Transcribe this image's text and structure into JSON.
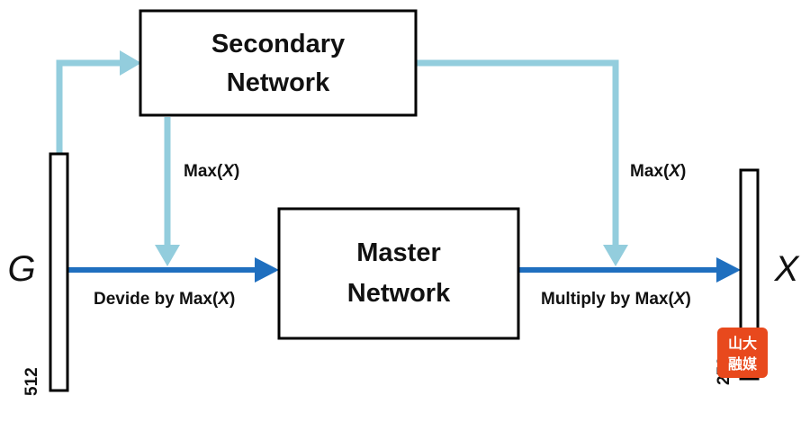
{
  "secondary_network": {
    "line1": "Secondary",
    "line2": "Network"
  },
  "master_network": {
    "line1": "Master",
    "line2": "Network"
  },
  "labels": {
    "max_left": "Max(",
    "max_right": "Max(",
    "divide": "Devide by Max(",
    "multiply": "Multiply by Max(",
    "x_var": "X",
    "close_paren": ")"
  },
  "input": {
    "symbol": "G",
    "size": "512"
  },
  "output": {
    "symbol": "X",
    "size": "256"
  },
  "watermark": {
    "top": "山大",
    "bottom": "融媒"
  },
  "colors": {
    "light_arrow": "#93cddd",
    "dark_arrow": "#1f6fbf",
    "box_stroke": "#000000",
    "watermark": "#e8491d"
  }
}
